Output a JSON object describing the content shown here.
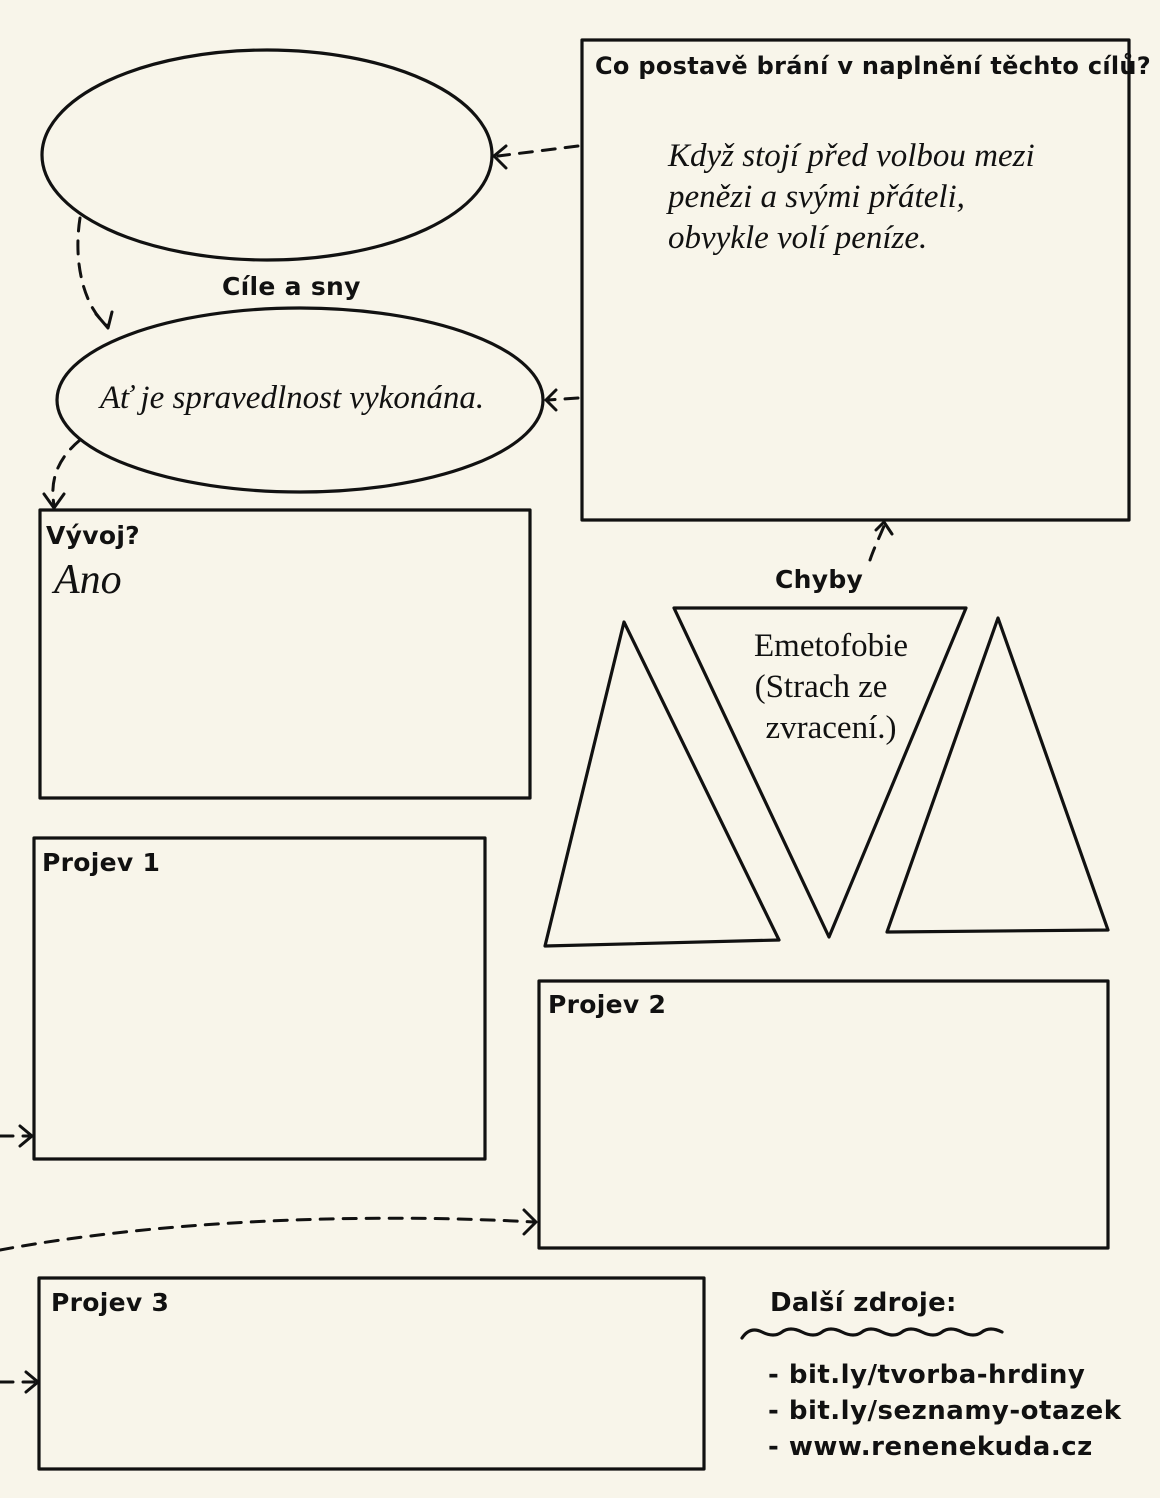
{
  "goals": {
    "title": "Cíle a sny",
    "ellipse_text": "Ať je spravedlnost vykonána."
  },
  "obstacles": {
    "title": "Co postavě brání v naplnění těchto cílů?",
    "lines": [
      "Když stojí před volbou mezi",
      "penězi a svými přáteli,",
      "obvykle volí peníze."
    ]
  },
  "evolution": {
    "title": "Vývoj?",
    "answer": "Ano"
  },
  "flaws": {
    "title": "Chyby",
    "lines": [
      "Emetofobie",
      "(Strach ze",
      "zvracení.)"
    ]
  },
  "manifestations": {
    "p1": "Projev 1",
    "p2": "Projev 2",
    "p3": "Projev 3"
  },
  "resources": {
    "title": "Další zdroje:",
    "links": [
      "- bit.ly/tvorba-hrdiny",
      "- bit.ly/seznamy-otazek",
      "- www.renenekuda.cz"
    ]
  },
  "colors": {
    "paper": "#f8f5ea",
    "ink": "#111111"
  }
}
